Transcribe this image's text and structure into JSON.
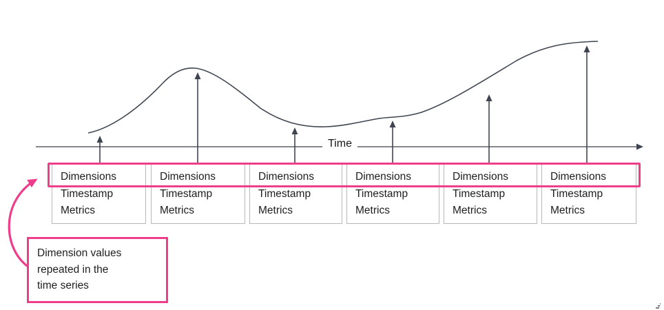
{
  "diagram": {
    "axis": {
      "label": "Time"
    },
    "records": [
      {
        "dimensions": "Dimensions",
        "timestamp": "Timestamp",
        "metrics": "Metrics"
      },
      {
        "dimensions": "Dimensions",
        "timestamp": "Timestamp",
        "metrics": "Metrics"
      },
      {
        "dimensions": "Dimensions",
        "timestamp": "Timestamp",
        "metrics": "Metrics"
      },
      {
        "dimensions": "Dimensions",
        "timestamp": "Timestamp",
        "metrics": "Metrics"
      },
      {
        "dimensions": "Dimensions",
        "timestamp": "Timestamp",
        "metrics": "Metrics"
      },
      {
        "dimensions": "Dimensions",
        "timestamp": "Timestamp",
        "metrics": "Metrics"
      }
    ],
    "callout": {
      "lines": [
        "Dimension values",
        "repeated in the",
        "time series"
      ]
    },
    "colors": {
      "accent_pink": "#ee3d8b",
      "curve_line": "#3e4551",
      "axis_line": "#73757c",
      "box_border": "#b6b8bd",
      "text": "#1d1d1f"
    }
  }
}
